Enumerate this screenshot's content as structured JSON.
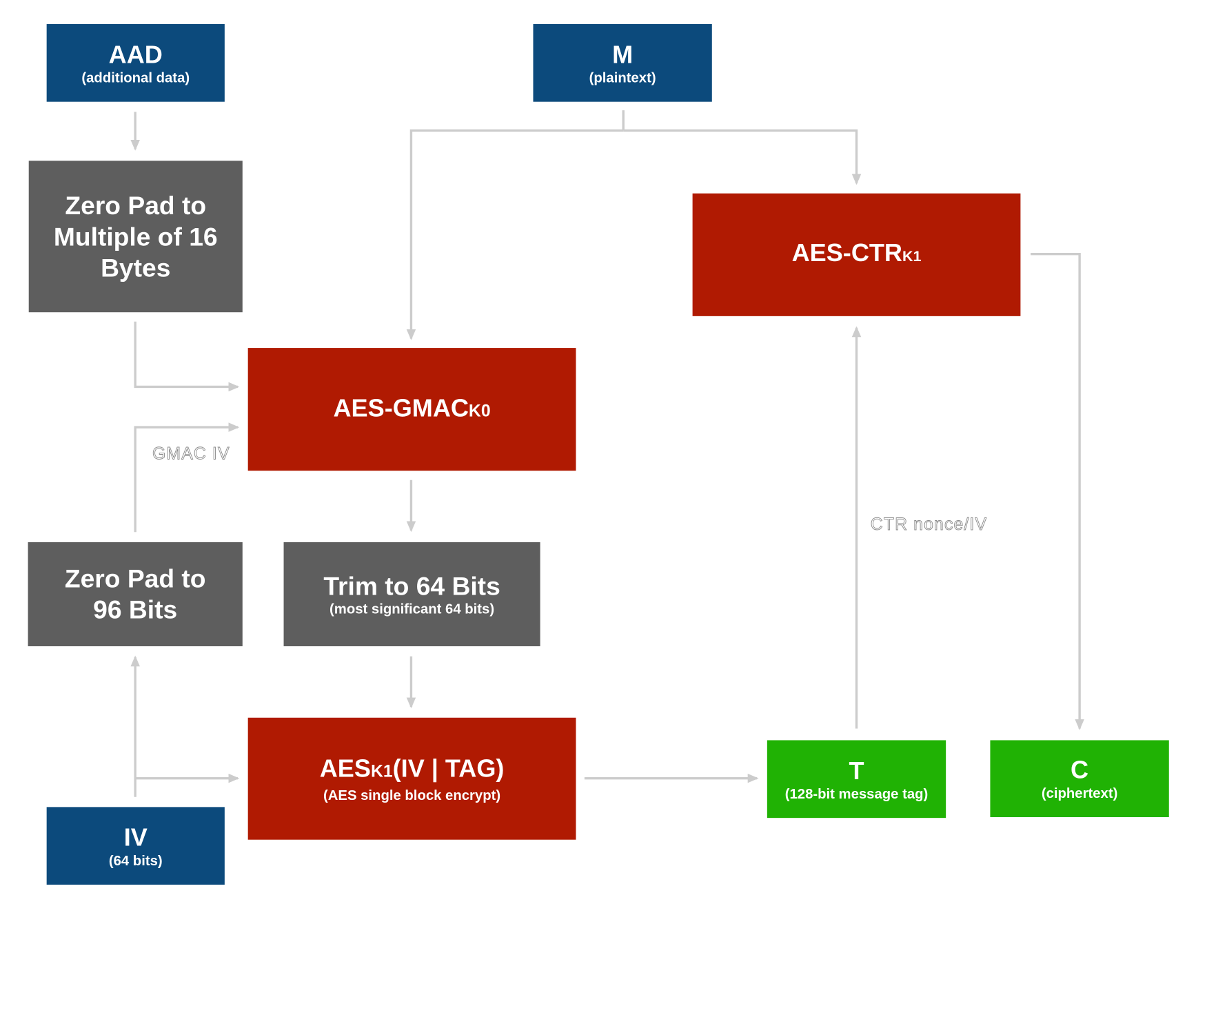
{
  "nodes": {
    "aad": {
      "title": "AAD",
      "subtitle": "(additional data)"
    },
    "m": {
      "title": "M",
      "subtitle": "(plaintext)"
    },
    "pad16": {
      "line1": "Zero Pad to",
      "line2": "Multiple of 16",
      "line3": "Bytes"
    },
    "ctr": {
      "title": "AES-CTR",
      "subscript": "K1"
    },
    "gmac": {
      "title": "AES-GMAC",
      "subscript": "K0"
    },
    "pad96": {
      "line1": "Zero Pad to",
      "line2": "96 Bits"
    },
    "trim": {
      "title": "Trim to 64 Bits",
      "subtitle": "(most significant 64 bits)"
    },
    "aesk1": {
      "prefix": "AES",
      "subscript": "K1",
      "suffix": "(IV | TAG)",
      "subtitle": "(AES single block encrypt)"
    },
    "iv": {
      "title": "IV",
      "subtitle": "(64 bits)"
    },
    "t": {
      "title": "T",
      "subtitle": "(128-bit message tag)"
    },
    "c": {
      "title": "C",
      "subtitle": "(ciphertext)"
    }
  },
  "edge_labels": {
    "gmac_iv": "GMAC IV",
    "ctr_nonce": "CTR nonce/IV"
  },
  "colors": {
    "input": "#0c4a7c",
    "process": "#5e5e5e",
    "cipher": "#b01a02",
    "output": "#20b204",
    "wire": "#cccccc"
  }
}
